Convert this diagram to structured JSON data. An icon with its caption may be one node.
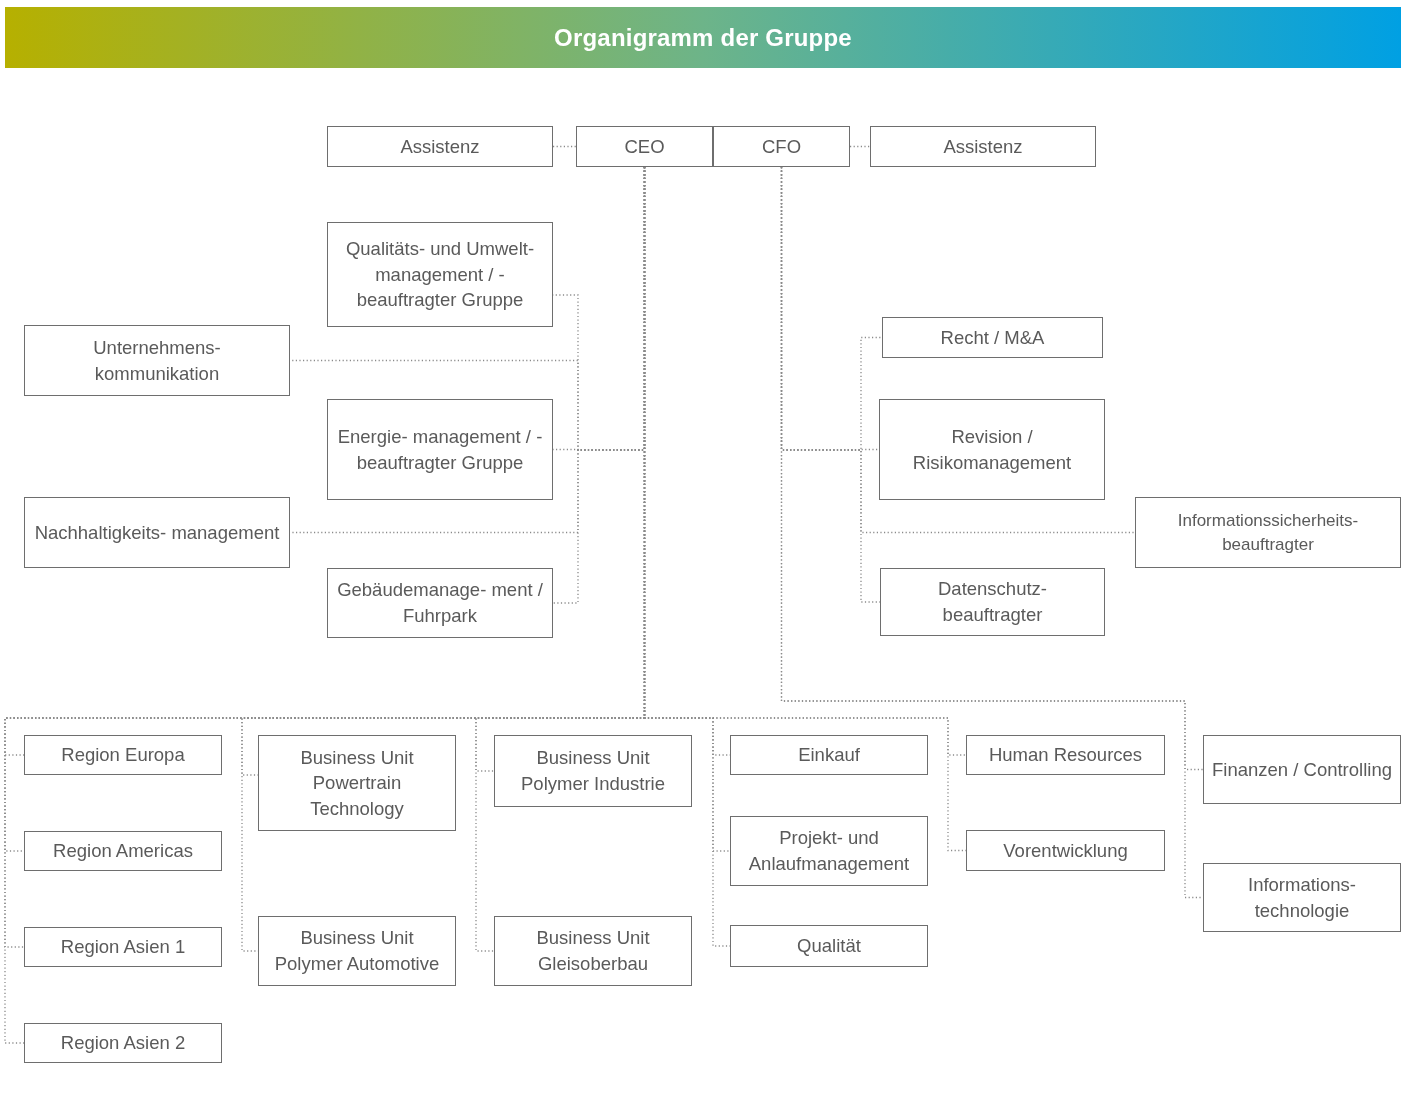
{
  "diagram": {
    "title": "Organigramm der Gruppe",
    "nodes": [
      {
        "text": [
          "Assistenz"
        ]
      },
      {
        "text": [
          "CEO"
        ]
      },
      {
        "text": [
          "CFO"
        ]
      },
      {
        "text": [
          "Assistenz"
        ]
      },
      {
        "text": [
          "Qualitäts- und Umwelt- management / -beauftragter Gruppe"
        ]
      },
      {
        "text": [
          "Unternehmens- kommunikation"
        ]
      },
      {
        "text": [
          "Energie- management / -beauftragter Gruppe"
        ]
      },
      {
        "text": [
          "Nachhaltigkeits- management"
        ]
      },
      {
        "text": [
          "Gebäudemanage- ment / Fuhrpark"
        ]
      },
      {
        "text": [
          "Recht / M&A"
        ]
      },
      {
        "text": [
          "Revision / Risikomanagement"
        ]
      },
      {
        "text": [
          "Informationssicherheits- beauftragter"
        ]
      },
      {
        "text": [
          "Datenschutz- beauftragter"
        ]
      },
      {
        "text": [
          "Region Europa"
        ]
      },
      {
        "text": [
          "Region Americas"
        ]
      },
      {
        "text": [
          "Region Asien 1"
        ]
      },
      {
        "text": [
          "Region Asien 2"
        ]
      },
      {
        "text": [
          "Business Unit Powertrain Technology"
        ]
      },
      {
        "text": [
          "Business Unit Polymer Automotive"
        ]
      },
      {
        "text": [
          "Business Unit Polymer Industrie"
        ]
      },
      {
        "text": [
          "Business Unit Gleisoberbau"
        ]
      },
      {
        "text": [
          "Einkauf"
        ]
      },
      {
        "text": [
          "Projekt- und Anlaufmanagement"
        ]
      },
      {
        "text": [
          "Qualität"
        ]
      },
      {
        "text": [
          "Human Resources"
        ]
      },
      {
        "text": [
          "Vorentwicklung"
        ]
      },
      {
        "text": [
          "Finanzen / Controlling"
        ]
      },
      {
        "text": [
          "Informations- technologie"
        ]
      }
    ],
    "edges": [
      {
        "from": 0,
        "to": 1,
        "arrow": "none"
      },
      {
        "from": 2,
        "to": 3,
        "arrow": "none"
      },
      {
        "from": 1,
        "to": 4,
        "arrow": "none"
      },
      {
        "from": 1,
        "to": 5,
        "arrow": "none"
      },
      {
        "from": 1,
        "to": 6,
        "arrow": "none"
      },
      {
        "from": 1,
        "to": 7,
        "arrow": "none"
      },
      {
        "from": 1,
        "to": 8,
        "arrow": "none"
      },
      {
        "from": 2,
        "to": 9,
        "arrow": "none"
      },
      {
        "from": 2,
        "to": 10,
        "arrow": "none"
      },
      {
        "from": 2,
        "to": 11,
        "arrow": "none"
      },
      {
        "from": 2,
        "to": 12,
        "arrow": "none"
      },
      {
        "from": 1,
        "to": 13,
        "arrow": "none"
      },
      {
        "from": 1,
        "to": 14,
        "arrow": "none"
      },
      {
        "from": 1,
        "to": 15,
        "arrow": "none"
      },
      {
        "from": 1,
        "to": 16,
        "arrow": "none"
      },
      {
        "from": 1,
        "to": 17,
        "arrow": "none"
      },
      {
        "from": 1,
        "to": 18,
        "arrow": "none"
      },
      {
        "from": 1,
        "to": 19,
        "arrow": "none"
      },
      {
        "from": 1,
        "to": 20,
        "arrow": "none"
      },
      {
        "from": 1,
        "to": 21,
        "arrow": "none"
      },
      {
        "from": 1,
        "to": 22,
        "arrow": "none"
      },
      {
        "from": 1,
        "to": 23,
        "arrow": "none"
      },
      {
        "from": 1,
        "to": 24,
        "arrow": "none"
      },
      {
        "from": 1,
        "to": 25,
        "arrow": "none"
      },
      {
        "from": 2,
        "to": 26,
        "arrow": "none"
      },
      {
        "from": 2,
        "to": 27,
        "arrow": "none"
      }
    ]
  }
}
